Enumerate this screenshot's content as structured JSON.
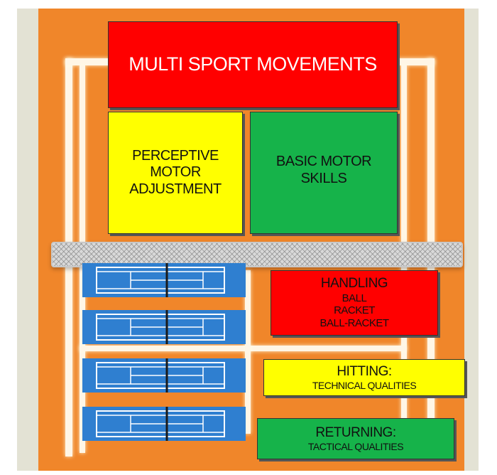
{
  "title": "MULTI SPORT MOVEMENTS",
  "perceptive": [
    "PERCEPTIVE",
    "MOTOR",
    "ADJUSTMENT"
  ],
  "basic_motor": [
    "BASIC MOTOR",
    "SKILLS"
  ],
  "handling": {
    "heading": "HANDLING",
    "items": [
      "BALL",
      "RACKET",
      "BALL-RACKET"
    ]
  },
  "hitting": {
    "heading": "HITTING:",
    "sub": "TECHNICAL QUALITIES"
  },
  "returning": {
    "heading": "RETURNING:",
    "sub": "TACTICAL QUALITIES"
  },
  "colors": {
    "court_orange": "#f0862a",
    "background_beige": "#e3e2d4",
    "box_red": "#ff0000",
    "box_yellow": "#ffff00",
    "box_green": "#16b34a",
    "mini_court_blue": "#2f7fd0"
  },
  "icons": [
    "tennis-court-icon",
    "tennis-net-icon"
  ]
}
